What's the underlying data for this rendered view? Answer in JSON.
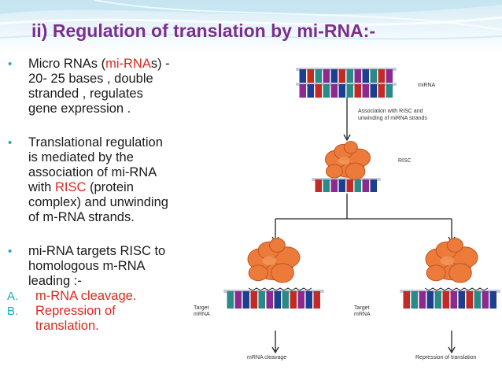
{
  "slide": {
    "title": "ii) Regulation of translation by mi-RNA:-",
    "colors": {
      "title": "#7b2e8e",
      "accent_red": "#e0261f",
      "bullet": "#1ea8c2",
      "banner": "#dff0f7"
    },
    "bullets": [
      {
        "parts": [
          "Micro RNAs (",
          "mi-RNA",
          "s) -\n20- 25 bases , double\nstranded , regulates\ngene expression ."
        ]
      },
      {
        "parts": [
          "Translational regulation\nis mediated by the\nassociation of mi-RNA\nwith ",
          "RISC",
          " (protein\ncomplex) and unwinding\nof m-RNA strands."
        ]
      },
      {
        "parts": [
          "mi-RNA targets RISC to\nhomologous m-RNA\nleading :-"
        ]
      }
    ],
    "sub_items": [
      {
        "marker": "A.",
        "text": "m-RNA cleavage."
      },
      {
        "marker": "B.",
        "text": "Repression of\ntranslation."
      }
    ]
  },
  "diagram": {
    "labels": {
      "mirna": "miRNA",
      "association": "Association with RISC and\nunwinding of miRNA strands",
      "risc": "RISC",
      "target_left": "Target\nmRNA",
      "target_right": "Target\nmRNA",
      "cleavage": "mRNA cleavage",
      "repression": "Repression of translation"
    },
    "icons": [
      "arrow-down-icon",
      "branch-arrow-icon",
      "risc-complex-icon"
    ]
  }
}
